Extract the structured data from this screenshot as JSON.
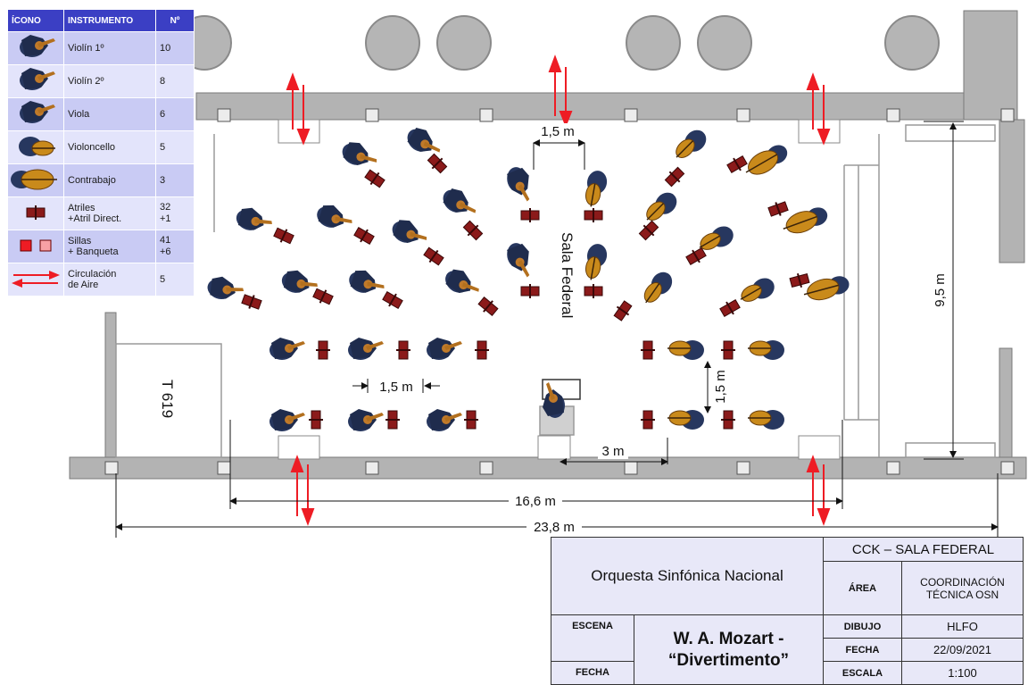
{
  "legend": {
    "headers": {
      "icon": "ÍCONO",
      "instrument": "INSTRUMENTO",
      "count": "Nº"
    },
    "rows": [
      {
        "icon": "violin-player-icon",
        "label": "Violín 1º",
        "count": "10"
      },
      {
        "icon": "violin-player-icon",
        "label": "Violín 2º",
        "count": "8"
      },
      {
        "icon": "viola-player-icon",
        "label": "Viola",
        "count": "6"
      },
      {
        "icon": "cello-player-icon",
        "label": "Violoncello",
        "count": "5"
      },
      {
        "icon": "double-bass-icon",
        "label": "Contrabajo",
        "count": "3"
      },
      {
        "icon": "music-stand-icon",
        "label": "Atriles\n+Atril Direct.",
        "count": "32\n+1"
      },
      {
        "icon": "chair-icon",
        "label": "Sillas\n+ Banqueta",
        "count": "41\n+6"
      },
      {
        "icon": "air-flow-icon",
        "label": "Circulación\nde Aire",
        "count": "5"
      }
    ]
  },
  "plan": {
    "room_label": "Sala Federal",
    "room_code": "T 619",
    "dimensions": {
      "gap_front": "1,5 m",
      "gap_left": "1,5 m",
      "gap_right": "1,5 m",
      "conductor_offset": "3 m",
      "depth": "9,5 m",
      "inner_width": "16,6 m",
      "outer_width": "23,8 m"
    }
  },
  "title_block": {
    "orchestra": "Orquesta Sinfónica Nacional",
    "venue": "CCK – SALA FEDERAL",
    "area_label": "ÁREA",
    "area_value": "COORDINACIÓN TÉCNICA OSN",
    "scene_label": "ESCENA",
    "date_left_label": "FECHA",
    "piece_line1": "W. A. Mozart -",
    "piece_line2": "“Divertimento”",
    "drawn_label": "DIBUJO",
    "drawn_value": "HLFO",
    "date_label": "FECHA",
    "date_value": "22/09/2021",
    "scale_label": "ESCALA",
    "scale_value": "1:100"
  },
  "colors": {
    "wall": "#a9a9a9",
    "player": "#27375f",
    "stand": "#8b1a1a",
    "instrument": "#c98a1b",
    "air": "#ee1c24",
    "legend_header": "#3b3fc4"
  }
}
